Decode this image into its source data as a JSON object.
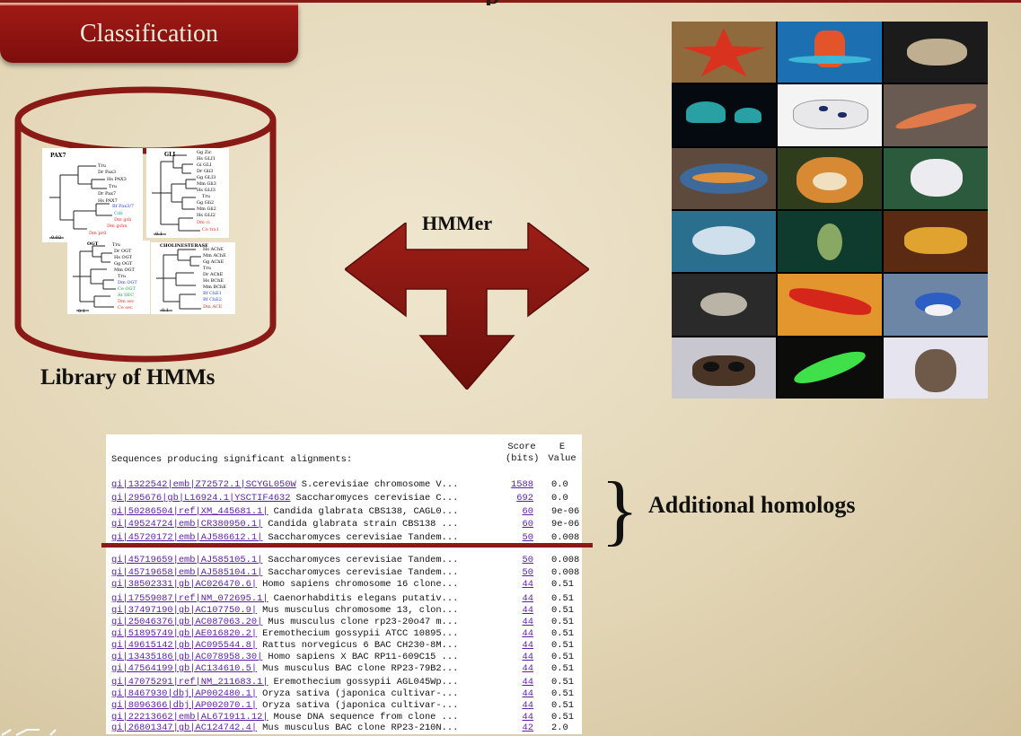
{
  "classification_label": "Classification",
  "library_label": "Library of HMMs",
  "hmmer_label": "HMMer",
  "additional_label": "Additional homologs",
  "colors": {
    "accent": "#8a1a16",
    "link": "#5a1ea8"
  },
  "icons": {
    "brace": "}"
  },
  "trees": [
    {
      "title": "PAX7",
      "scale": "0.02",
      "labels": [
        "Tru",
        "Dr Pax3",
        "Hs PAX3",
        "Tru",
        "Dr Pax7",
        "Hs PAX7",
        "Bf Pax3/7",
        "Cdx",
        "Dm gsb",
        "Dm gsbn",
        "Dm prd"
      ]
    },
    {
      "title": "GLI",
      "scale": "0.1",
      "labels": [
        "Gg Zic",
        "Hs GLI1",
        "Gi GLI",
        "Dr Gli3",
        "Gg GLI3",
        "Mm Gli3",
        "Hs GLI3",
        "Tru",
        "Gg Gli2",
        "Mm Gli2",
        "Hs GLI2",
        "Dm ci",
        "Ce tra1"
      ]
    },
    {
      "title": "OGT",
      "scale": "0.1",
      "labels": [
        "Tru",
        "Dr OGT",
        "Hs OGT",
        "Gg OGT",
        "Mm OGT",
        "Tru",
        "Dm OGT",
        "Ce OGT",
        "At SEC",
        "Dm sec",
        "Ce sec"
      ]
    },
    {
      "title": "CHOLINESTERASE",
      "scale": "0.1",
      "labels": [
        "Hs AChE",
        "Mm AChE",
        "Gg AChE",
        "Tru",
        "Dr AChE",
        "Hs BChE",
        "Mm BChE",
        "Bf ChE1",
        "Bf ChE2",
        "Dm ACE"
      ]
    }
  ],
  "table": {
    "header": "Sequences producing significant alignments:",
    "score_header": "Score\n(bits)",
    "e_header": "E\nValue",
    "rows": [
      {
        "acc": "gi|1322542|emb|Z72572.1|SCYGL050W",
        "desc": "S.cerevisiae chromosome V...",
        "score": "1588",
        "e": "0.0"
      },
      {
        "acc": "gi|295676|gb|L16924.1|YSCTIF4632",
        "desc": "Saccharomyces cerevisiae C...",
        "score": "692",
        "e": "0.0"
      },
      {
        "acc": "gi|50286504|ref|XM_445681.1|",
        "desc": "Candida glabrata CBS138, CAGL0...",
        "score": "60",
        "e": "9e-06"
      },
      {
        "acc": "gi|49524724|emb|CR380950.1|",
        "desc": "Candida glabrata strain CBS138 ...",
        "score": "60",
        "e": "9e-06"
      },
      {
        "acc": "gi|45720172|emb|AJ586612.1|",
        "desc": "Saccharomyces cerevisiae Tandem...",
        "score": "50",
        "e": "0.008"
      },
      {
        "acc": "gi|45719659|emb|AJ585105.1|",
        "desc": "Saccharomyces cerevisiae Tandem...",
        "score": "50",
        "e": "0.008"
      },
      {
        "acc": "gi|45719658|emb|AJ585104.1|",
        "desc": "Saccharomyces cerevisiae Tandem...",
        "score": "50",
        "e": "0.008"
      },
      {
        "acc": "gi|38502331|gb|AC026470.6|",
        "desc": "Homo sapiens chromosome 16 clone...",
        "score": "44",
        "e": "0.51"
      },
      {
        "acc": "gi|17559087|ref|NM_072695.1|",
        "desc": "Caenorhabditis elegans putativ...",
        "score": "44",
        "e": "0.51"
      },
      {
        "acc": "gi|37497190|gb|AC107750.9|",
        "desc": "Mus musculus chromosome 13, clon...",
        "score": "44",
        "e": "0.51"
      },
      {
        "acc": "gi|25046376|gb|AC087063.20|",
        "desc": "Mus musculus clone rp23-20o47 m...",
        "score": "44",
        "e": "0.51"
      },
      {
        "acc": "gi|51895749|gb|AE016820.2|",
        "desc": "Eremothecium gossypii ATCC 10895...",
        "score": "44",
        "e": "0.51"
      },
      {
        "acc": "gi|49615142|gb|AC095544.8|",
        "desc": "Rattus norvegicus 6 BAC CH230-8M...",
        "score": "44",
        "e": "0.51"
      },
      {
        "acc": "gi|13435186|gb|AC078958.30|",
        "desc": "Homo sapiens X BAC RP11-609C15 ...",
        "score": "44",
        "e": "0.51"
      },
      {
        "acc": "gi|47564199|gb|AC134610.5|",
        "desc": "Mus musculus BAC clone RP23-79B2...",
        "score": "44",
        "e": "0.51"
      },
      {
        "acc": "gi|47075291|ref|NM_211683.1|",
        "desc": "Eremothecium gossypii AGL045Wp...",
        "score": "44",
        "e": "0.51"
      },
      {
        "acc": "gi|8467930|dbj|AP002480.1|",
        "desc": "Oryza sativa (japonica cultivar-...",
        "score": "44",
        "e": "0.51"
      },
      {
        "acc": "gi|8096366|dbj|AP002070.1|",
        "desc": "Oryza sativa (japonica cultivar-...",
        "score": "44",
        "e": "0.51"
      },
      {
        "acc": "gi|22213662|emb|AL671911.12|",
        "desc": "Mouse DNA sequence from clone ...",
        "score": "44",
        "e": "0.51"
      },
      {
        "acc": "gi|26801347|gb|AC124742.4|",
        "desc": "Mus musculus BAC clone RP23-210N...",
        "score": "42",
        "e": "2.0"
      }
    ]
  }
}
